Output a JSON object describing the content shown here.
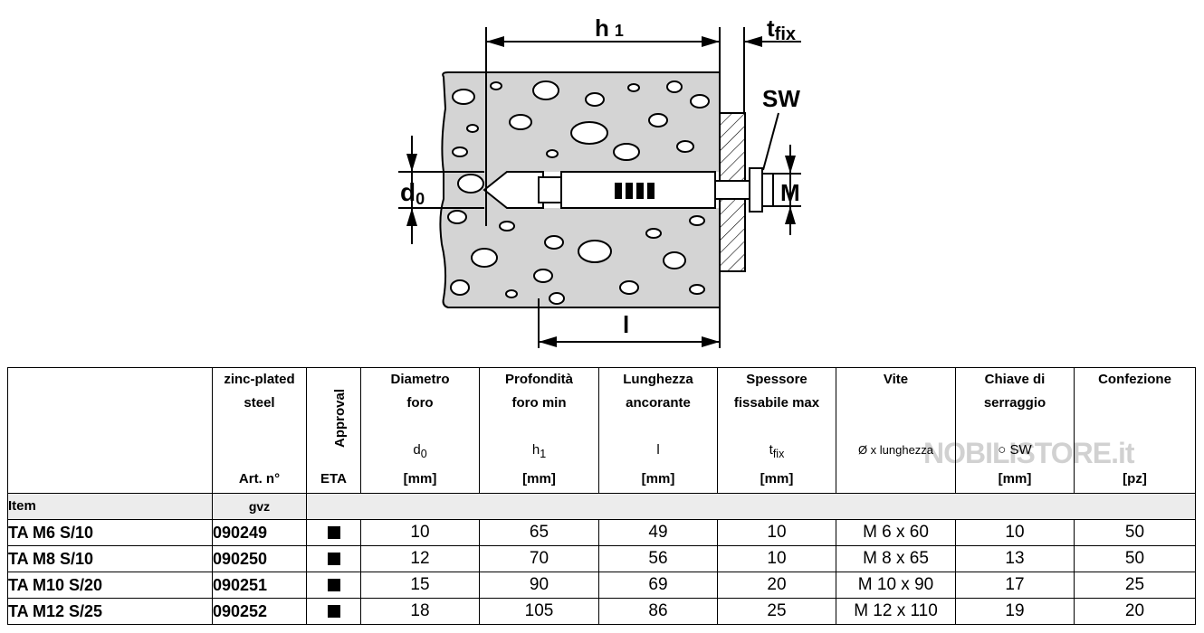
{
  "diagram": {
    "label_h1": "h",
    "label_h1_sub": "1",
    "label_tfix": "t",
    "label_tfix_sub": "fix",
    "label_sw": "SW",
    "label_d0": "d",
    "label_d0_sub": "0",
    "label_m": "M",
    "label_l": "l"
  },
  "table": {
    "headers": {
      "col1_line1": "zinc-plated",
      "col1_line2": "steel",
      "col1_unit": "Art. n°",
      "approval": "Approval",
      "approval_unit": "ETA",
      "diam_line1": "Diametro",
      "diam_line2": "foro",
      "diam_sym": "d",
      "diam_sym_sub": "0",
      "diam_unit": "[mm]",
      "prof_line1": "Profondità",
      "prof_line2": "foro min",
      "prof_sym": "h",
      "prof_sym_sub": "1",
      "prof_unit": "[mm]",
      "lung_line1": "Lunghezza",
      "lung_line2": "ancorante",
      "lung_sym": "l",
      "lung_unit": "[mm]",
      "spess_line1": "Spessore",
      "spess_line2": "fissabile max",
      "spess_sym": "t",
      "spess_sym_sub": "fix",
      "spess_unit": "[mm]",
      "vite_line1": "Vite",
      "vite_sym": "Ø x lunghezza",
      "chiave_line1": "Chiave di",
      "chiave_line2": "serraggio",
      "chiave_sym": "○ SW",
      "chiave_unit": "[mm]",
      "conf_line1": "Confezione",
      "conf_unit": "[pz]",
      "item_label": "Item",
      "gvz_label": "gvz"
    },
    "rows": [
      {
        "item": "TA M6 S/10",
        "art": "090249",
        "d0": "10",
        "h1": "65",
        "l": "49",
        "tfix": "10",
        "vite": "M 6 x 60",
        "sw": "10",
        "pz": "50"
      },
      {
        "item": "TA M8 S/10",
        "art": "090250",
        "d0": "12",
        "h1": "70",
        "l": "56",
        "tfix": "10",
        "vite": "M 8 x 65",
        "sw": "13",
        "pz": "50"
      },
      {
        "item": "TA M10 S/20",
        "art": "090251",
        "d0": "15",
        "h1": "90",
        "l": "69",
        "tfix": "20",
        "vite": "M 10 x 90",
        "sw": "17",
        "pz": "25"
      },
      {
        "item": "TA M12 S/25",
        "art": "090252",
        "d0": "18",
        "h1": "105",
        "l": "86",
        "tfix": "25",
        "vite": "M 12 x 110",
        "sw": "19",
        "pz": "20"
      }
    ]
  },
  "watermark": "NOBILISTORE.it"
}
